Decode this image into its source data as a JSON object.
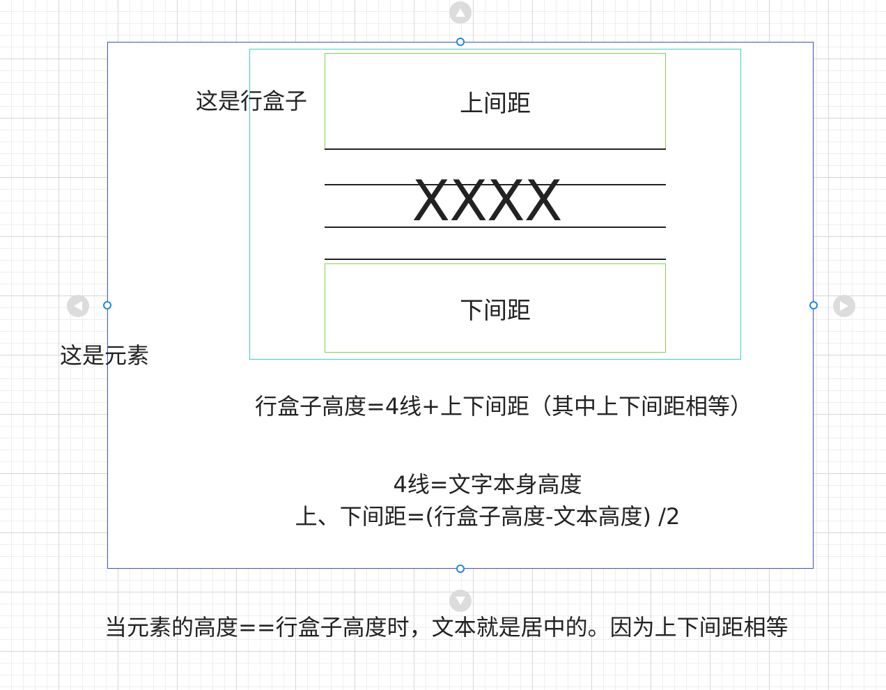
{
  "diagram": {
    "line_box_label": "这是行盒子",
    "element_label": "这是元素",
    "top_spacing_label": "上间距",
    "bottom_spacing_label": "下间距",
    "sample_text": "XXXX",
    "formula_line_box": "行盒子高度=4线+上下间距（其中上下间距相等）",
    "formula_four_lines": "4线=文字本身高度",
    "formula_spacing": "上、下间距=(行盒子高度-文本高度) /2",
    "conclusion": "当元素的高度==行盒子高度时，文本就是居中的。因为上下间距相等"
  },
  "colors": {
    "element_border": "#3f4fc7",
    "line_box_border": "#3ccfc4",
    "spacing_border": "#86d14a",
    "handle": "#1e86e5"
  },
  "icons": [
    "arrow-up-icon",
    "arrow-down-icon",
    "arrow-left-icon",
    "arrow-right-icon"
  ]
}
